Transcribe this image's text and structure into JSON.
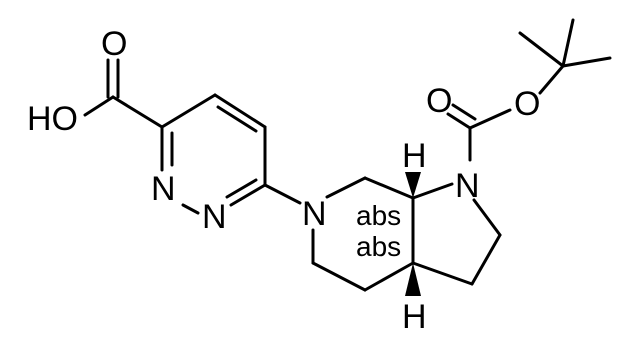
{
  "molecule": {
    "atoms": {
      "carboxyl_O_double": "O",
      "carboxyl_OH": "HO",
      "pyridazine_N_left": "N",
      "pyridazine_N_right": "N",
      "piperidine_N": "N",
      "pyrrolidine_N": "N",
      "carbamate_O_double": "O",
      "carbamate_O_single": "O",
      "stereo_H_top": "H",
      "stereo_H_bottom": "H"
    },
    "stereo_annotations": [
      "abs",
      "abs"
    ]
  }
}
